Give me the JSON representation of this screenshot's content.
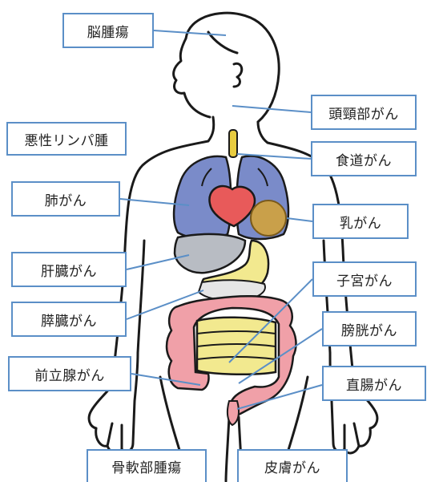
{
  "labels": {
    "brain_tumor": "脳腫瘍",
    "head_neck": "頭頸部がん",
    "lymphoma": "悪性リンパ腫",
    "esophagus": "食道がん",
    "lung": "肺がん",
    "breast": "乳がん",
    "liver": "肝臓がん",
    "uterus": "子宮がん",
    "pancreas": "膵臓がん",
    "bladder": "膀胱がん",
    "prostate": "前立腺がん",
    "rectum": "直腸がん",
    "bone_soft_tissue": "骨軟部腫瘍",
    "skin": "皮膚がん"
  },
  "colors": {
    "label_border": "#5b8fc7",
    "leader_line": "#5b8fc7",
    "lung": "#7a8bc9",
    "heart": "#e85a5a",
    "liver": "#b8bcc3",
    "stomach": "#f2e98f",
    "colon": "#f0a0a8",
    "small_intestine": "#f2e98f",
    "breast_tumor": "#c9a04a",
    "trachea": "#e8cc40",
    "outline": "#1a1a1a"
  }
}
